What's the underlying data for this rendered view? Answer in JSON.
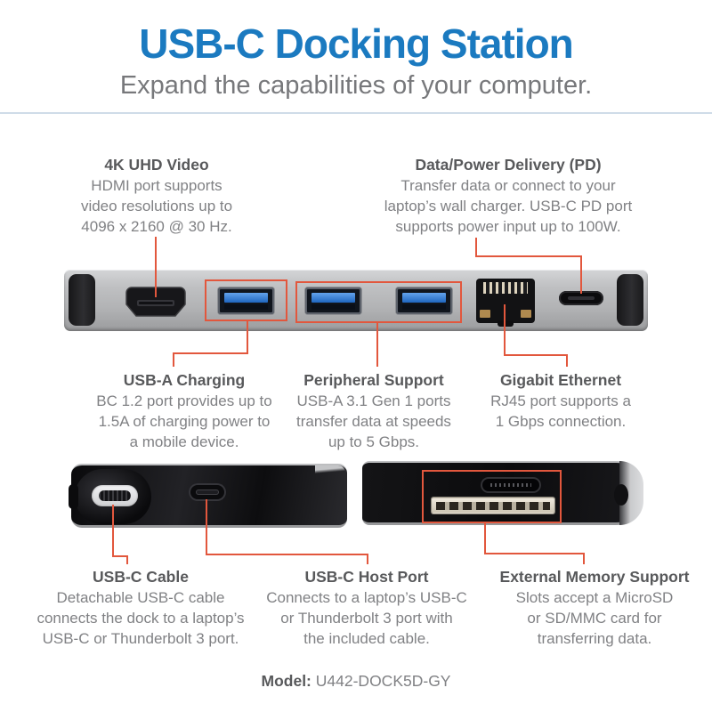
{
  "header": {
    "title": "USB-C Docking Station",
    "subtitle": "Expand the capabilities of your computer."
  },
  "callouts": {
    "video": {
      "heading": "4K UHD Video",
      "lines": [
        "HDMI port supports",
        "video resolutions up to",
        "4096 x 2160 @ 30 Hz."
      ]
    },
    "pd": {
      "heading": "Data/Power Delivery (PD)",
      "lines": [
        "Transfer data or connect to your",
        "laptop’s wall charger. USB-C PD port",
        "supports power input up to 100W."
      ]
    },
    "charging": {
      "heading": "USB-A Charging",
      "lines": [
        "BC 1.2 port provides up to",
        "1.5A of charging power to",
        "a mobile device."
      ]
    },
    "peripheral": {
      "heading": "Peripheral Support",
      "lines": [
        "USB-A 3.1 Gen 1 ports",
        "transfer data at speeds",
        "up to 5 Gbps."
      ]
    },
    "ethernet": {
      "heading": "Gigabit Ethernet",
      "lines": [
        "RJ45 port supports a",
        "1 Gbps connection."
      ]
    },
    "cable": {
      "heading": "USB-C Cable",
      "lines": [
        "Detachable USB-C cable",
        "connects the dock to a laptop’s",
        "USB-C or Thunderbolt 3 port."
      ]
    },
    "host": {
      "heading": "USB-C Host Port",
      "lines": [
        "Connects to a laptop’s USB-C",
        "or Thunderbolt 3 port with",
        "the included cable."
      ]
    },
    "memory": {
      "heading": "External Memory Support",
      "lines": [
        "Slots accept a MicroSD",
        "or SD/MMC card for",
        "transferring data."
      ]
    }
  },
  "footer": {
    "model_label": "Model:",
    "model_value": "U442-DOCK5D-GY"
  },
  "colors": {
    "accent_blue": "#1b7ac0",
    "callout_red": "#e2573d",
    "heading_gray": "#58595b",
    "body_gray": "#808184",
    "divider": "#cfdce8"
  }
}
